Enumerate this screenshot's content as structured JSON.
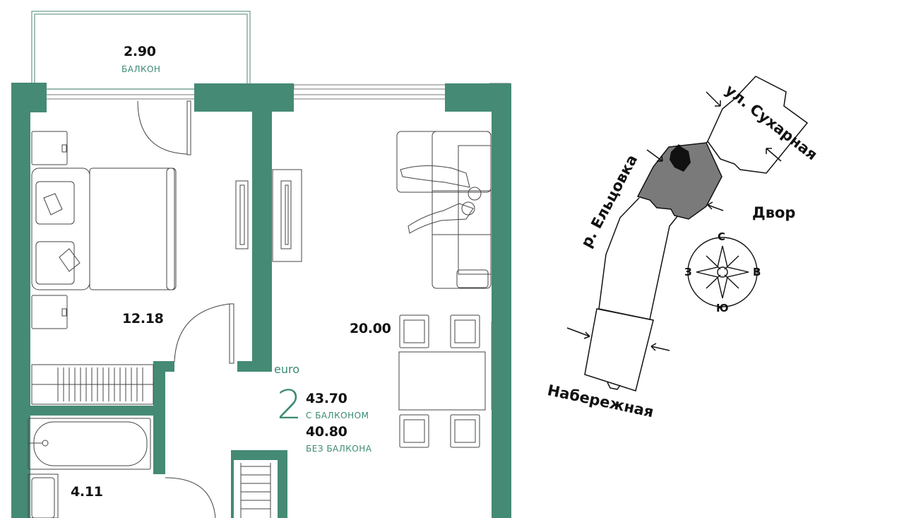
{
  "rooms": {
    "balcony": {
      "area": "2.90",
      "label": "БАЛКОН"
    },
    "bedroom": {
      "area": "12.18"
    },
    "living": {
      "area": "20.00"
    },
    "bathroom": {
      "area": "4.11"
    }
  },
  "apartment": {
    "type": "euro",
    "rooms": "2",
    "area_with_balcony": "43.70",
    "with_balcony_label": "С БАЛКОНОМ",
    "area_without_balcony": "40.80",
    "without_balcony_label": "БЕЗ БАЛКОНА"
  },
  "site": {
    "street_top": "ул. Сухарная",
    "river": "р. Ельцовка",
    "yard": "Двор",
    "embankment": "Набережная"
  },
  "compass": {
    "north": "С",
    "south": "Ю",
    "west": "З",
    "east": "В"
  },
  "colors": {
    "wall": "#458a75",
    "accent": "#3a8a75",
    "highlight": "#7a7a7a",
    "ink": "#111111"
  }
}
